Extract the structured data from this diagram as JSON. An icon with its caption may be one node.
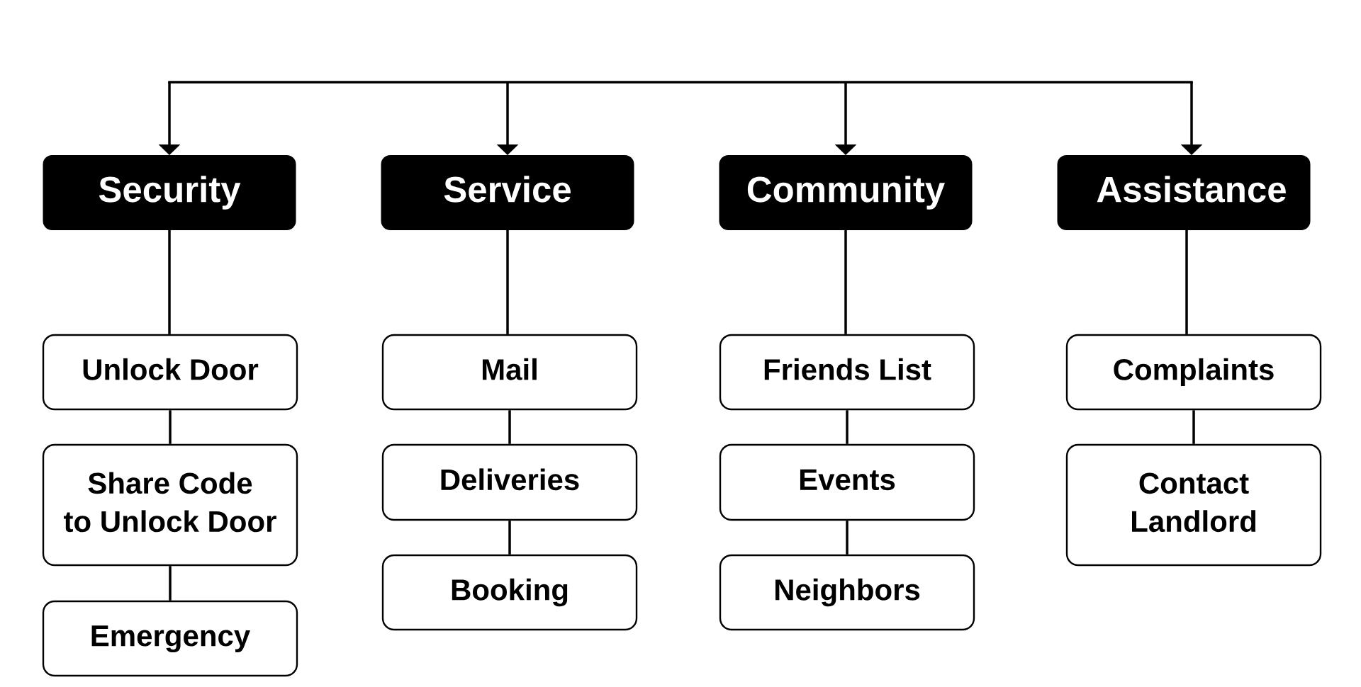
{
  "diagram": {
    "nodes": [
      {
        "text": [
          "Security"
        ]
      },
      {
        "text": [
          "Service"
        ]
      },
      {
        "text": [
          "Community"
        ]
      },
      {
        "text": [
          "Assistance"
        ]
      },
      {
        "text": [
          "Unlock Door"
        ]
      },
      {
        "text": [
          "Share Code to Unlock Door"
        ]
      },
      {
        "text": [
          "Emergency"
        ]
      },
      {
        "text": [
          "Mail"
        ]
      },
      {
        "text": [
          "Deliveries"
        ]
      },
      {
        "text": [
          "Booking"
        ]
      },
      {
        "text": [
          "Friends List"
        ]
      },
      {
        "text": [
          "Events"
        ]
      },
      {
        "text": [
          "Neighbors"
        ]
      },
      {
        "text": [
          "Complaints"
        ]
      },
      {
        "text": [
          "Contact Landlord"
        ]
      }
    ],
    "edges": [
      {
        "from": null,
        "to": 0,
        "arrow": "to"
      },
      {
        "from": null,
        "to": 1,
        "arrow": "to"
      },
      {
        "from": null,
        "to": 2,
        "arrow": "to"
      },
      {
        "from": null,
        "to": 3,
        "arrow": "to"
      },
      {
        "from": 0,
        "to": 4,
        "arrow": "none"
      },
      {
        "from": 4,
        "to": 5,
        "arrow": "none"
      },
      {
        "from": 5,
        "to": 6,
        "arrow": "none"
      },
      {
        "from": 1,
        "to": 7,
        "arrow": "none"
      },
      {
        "from": 7,
        "to": 8,
        "arrow": "none"
      },
      {
        "from": 8,
        "to": 9,
        "arrow": "none"
      },
      {
        "from": 2,
        "to": 10,
        "arrow": "none"
      },
      {
        "from": 10,
        "to": 11,
        "arrow": "none"
      },
      {
        "from": 11,
        "to": 12,
        "arrow": "none"
      },
      {
        "from": 3,
        "to": 13,
        "arrow": "none"
      },
      {
        "from": 13,
        "to": 14,
        "arrow": "none"
      }
    ]
  }
}
